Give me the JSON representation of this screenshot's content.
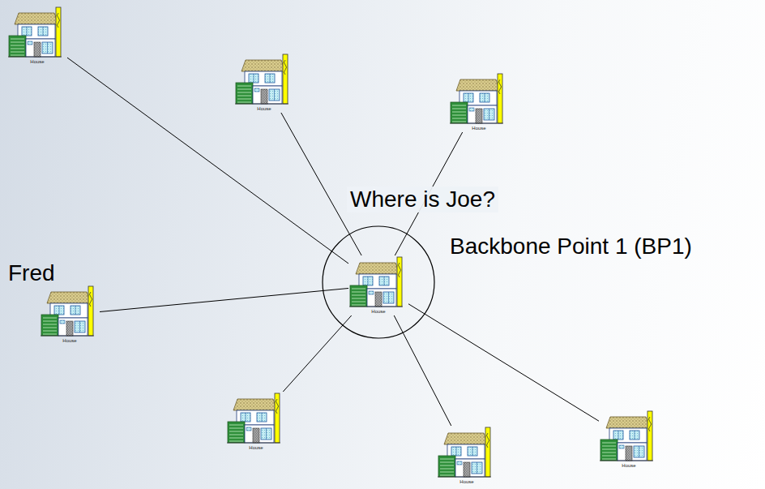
{
  "diagram": {
    "nodes": [
      {
        "text": [
          "House"
        ]
      },
      {
        "text": [
          "House"
        ]
      },
      {
        "text": [
          "House"
        ]
      },
      {
        "text": [
          "Backbone Point 1 (BP1)"
        ]
      },
      {
        "text": [
          "House"
        ],
        "in": 3
      },
      {
        "text": [
          "Fred",
          "House"
        ]
      },
      {
        "text": [
          "House"
        ]
      },
      {
        "text": [
          "House"
        ]
      },
      {
        "text": [
          "House"
        ]
      }
    ],
    "edges": [
      {
        "from": 4,
        "to": 0,
        "arrow": "none"
      },
      {
        "from": 4,
        "to": 1,
        "arrow": "none"
      },
      {
        "from": 4,
        "to": 2,
        "arrow": "none"
      },
      {
        "from": 4,
        "to": 5,
        "arrow": "none"
      },
      {
        "from": 4,
        "to": 6,
        "arrow": "none"
      },
      {
        "from": 4,
        "to": 7,
        "arrow": "none"
      },
      {
        "from": 4,
        "to": 8,
        "arrow": "none"
      }
    ],
    "labels": [
      "Where is Joe?"
    ]
  }
}
